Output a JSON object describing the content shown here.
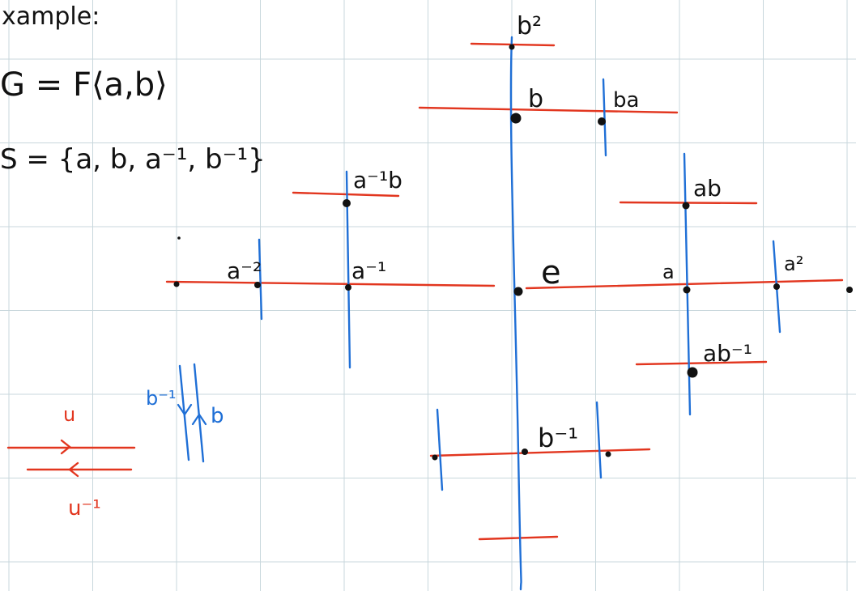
{
  "colors": {
    "grid": "#c8d7dc",
    "ink": "#111111",
    "red": "#e2361f",
    "blue": "#1f6fd6"
  },
  "heading": {
    "title": "xample:",
    "line1": "G = F⟨a,b⟩",
    "line2": "S = {a, b, a⁻¹, b⁻¹}"
  },
  "labels": {
    "b2": "b²",
    "b": "b",
    "ba": "ba",
    "a_inv_b": "a⁻¹b",
    "ab": "ab",
    "a_inv2": "a⁻²",
    "a_inv": "a⁻¹",
    "e": "e",
    "a": "a",
    "a2": "a²",
    "ab_inv": "ab⁻¹",
    "b_inv": "b⁻¹"
  },
  "legend": {
    "red_top": "u",
    "red_bottom": "u⁻¹",
    "blue_left": "b⁻¹",
    "blue_right": "b"
  }
}
